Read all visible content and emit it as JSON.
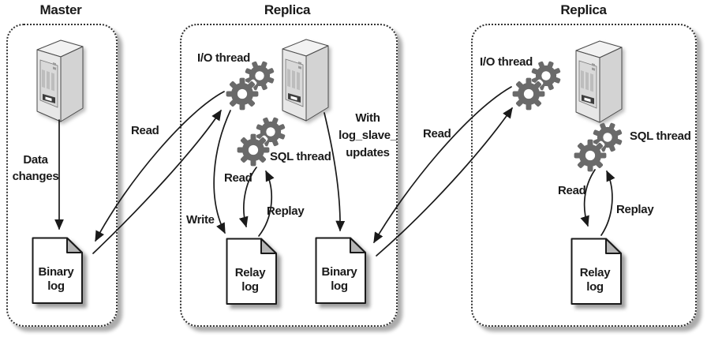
{
  "colors": {
    "background": "#ffffff",
    "line": "#1a1a1a",
    "gear": "#6a6a6a",
    "doc_fold": "#b5b5b5"
  },
  "master": {
    "title": "Master",
    "data_changes_label": "Data\nchanges",
    "binary_log_label": "Binary\nlog"
  },
  "link_master_replica1": {
    "read_label": "Read"
  },
  "replica1": {
    "title": "Replica",
    "io_thread_label": "I/O thread",
    "sql_thread_label": "SQL thread",
    "read_label": "Read",
    "replay_label": "Replay",
    "write_label": "Write",
    "with_updates_label": "With\nlog_slave_\nupdates",
    "relay_log_label": "Relay\nlog",
    "binary_log_label": "Binary\nlog"
  },
  "link_replica1_replica2": {
    "read_label": "Read"
  },
  "replica2": {
    "title": "Replica",
    "io_thread_label": "I/O thread",
    "sql_thread_label": "SQL thread",
    "read_label": "Read",
    "replay_label": "Replay",
    "relay_log_label": "Relay\nlog"
  }
}
